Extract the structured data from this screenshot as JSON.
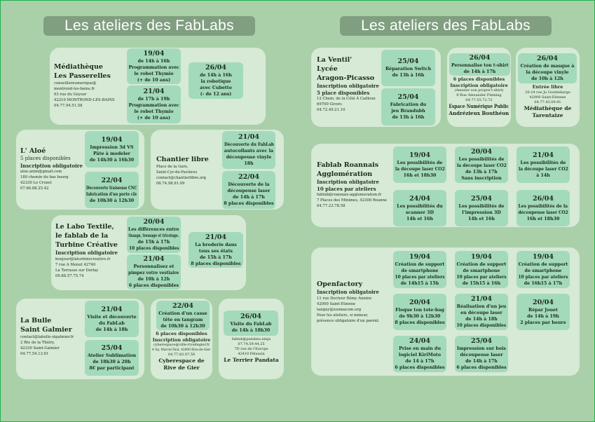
{
  "titles": [
    "Les ateliers des FabLabs",
    "Les ateliers des FabLabs"
  ],
  "panels": [
    {
      "title": [
        "Médiathèque",
        "Les Passerelles"
      ],
      "sub": [],
      "small": [
        "conseillernumerique@",
        "montrond-les-bains.fr",
        "93 rue du Geyser",
        "42210 MONTROND-LES-BAINS",
        "04.77.94.51.58"
      ],
      "boxes": [
        [
          "19/04",
          "de 14h à 16h",
          "Programmation avec",
          "le robot Thymio",
          "(+ de 10 ans)"
        ],
        [
          "21/04",
          "de 17h à 19h",
          "Programmation avec",
          "le robot Thymio",
          "(+ de 10 ans)"
        ],
        [
          "26/04",
          "de 14h à 16h",
          "la robotique",
          "avec Cubetto",
          "(- de 12 ans)"
        ]
      ]
    },
    {
      "title": [
        "L' Aloé"
      ],
      "sub": [
        "5 places disponibles",
        "Inscription obligatoire"
      ],
      "small": [
        "aloe.anim@gmail.com",
        "189 chemin du bas bourg",
        "42330 Le Crozet",
        "07.66.88.25.42"
      ],
      "boxes": [
        [
          "19/04",
          "Impression 3d VS",
          "Pâte à modeler",
          "de 14h30 à 16h30"
        ],
        [
          "22/04",
          "Découverte fraiseuse CNC",
          "fabrication d'un porte clé",
          "de 10h30 à 12h30"
        ]
      ]
    },
    {
      "title": [
        "Chantier libre"
      ],
      "sub": [],
      "small": [
        "Place de la Gare,",
        "Saint-Cyr-de-Favières",
        "contact@chantierlibre.org",
        "06.74.98.91.09"
      ],
      "boxes": [
        [
          "21/04",
          "Découverte du FabLab",
          "autocollants avec la",
          "découpeuse vinyle",
          "18h"
        ],
        [
          "22/04",
          "Découverte de la",
          "découpeuse laser",
          "de 14h à 17h",
          "8 places disponibles"
        ]
      ]
    },
    {
      "title": [
        "Le Labo Textile,",
        "le fablab de la",
        "Turbine Créative"
      ],
      "sub": [
        "Inscription obligatoire"
      ],
      "small": [
        "bonjour@laturbinecreative.fr",
        "7 rue A Menut 42740",
        "La Terrasse sur Dorlay",
        "09.88.57.75.74"
      ],
      "boxes": [
        [
          "20/04",
          "Les différences entre",
          "tissage, tressage et tricotage.",
          "de 15h à 17h",
          "10 places disponibles"
        ],
        [
          "21/04",
          "Personnalisez et",
          "pimpez votre vestiaire",
          "de 10h à 12h",
          "6 places disponibles"
        ],
        [
          "21/04",
          "La broderie dans",
          "tous ses états",
          "de 15h à 17h",
          "8 places disponibles"
        ]
      ]
    },
    {
      "title": [
        "La Bulle",
        "Saint Galmier"
      ],
      "sub": [],
      "small": [
        "contact@labulle-stgalmier.fr",
        "2 Rte de la Thiéry,",
        "42330 Saint-Galmier",
        "04.77.54.13.61"
      ],
      "boxes": [
        [
          "21/04",
          "Visite et découverte",
          "du FabLab",
          "de 14h à 18h"
        ],
        [
          "25/04",
          "Atelier Sublimation",
          "de 18h30 à 20h",
          "8€ par participant"
        ]
      ]
    },
    {
      "title": [
        "Cyberespace de",
        "Rive de Gier"
      ],
      "sub": [
        "6 places disponibles",
        "Inscription obligatoire"
      ],
      "small": [
        "cyberespace@ville-rivedegier.fr",
        "4 Sq. Marcel Paul, 42800 Rive-de-Gier",
        "04.77.83.07.59"
      ],
      "boxes": [
        [
          "22/04",
          "Création d'un casse",
          "tête en tangram",
          "de 10h30 à 12h30"
        ]
      ]
    },
    {
      "title": [
        "Le Terrier Pandata"
      ],
      "sub": [],
      "small": [
        "fablab@pandata.ninja",
        "07.74.59.44.25",
        "7D rue de l'Europe",
        "42410 Pélussin"
      ],
      "boxes": [
        [
          "26/04",
          "Visite du FabLab",
          "de 14h à 18h30"
        ]
      ]
    },
    {
      "title": [
        "La Ventil'",
        "Lycée",
        "Aragon-Picasso"
      ],
      "sub": [
        "Inscription obligatoire",
        "5 place disponibles"
      ],
      "small": [
        "12 Chem. de la Côté À Cailloux",
        "69700 Givors",
        "04.72.49.21.10"
      ],
      "boxes": [
        [
          "25/04",
          "Réparation Switch",
          "de 13h à 16h"
        ],
        [
          "25/04",
          "Fabrication du",
          "jeu Brandubh",
          "de 13h à 16h"
        ]
      ]
    },
    {
      "title": [
        "Espace Numérique  Public",
        "Andrézieux Bouthéon"
      ],
      "sub": [
        "6 places disponibles",
        "Inscription obligatoire"
      ],
      "small": [
        "(Amener son propre t-shirt)",
        "9 Rue Alexander Fleming",
        "04.77.55.72.72"
      ],
      "boxes": [
        [
          "26/04",
          "Personnalise ton t-shirt",
          "de 14h à 17h"
        ]
      ]
    },
    {
      "title": [
        "Médiathèque de",
        "Tarentaize"
      ],
      "sub": [
        "Entrée libre"
      ],
      "small": [
        "20-24 rue Jo Gouttebarge",
        "42000 Saint-Etienne",
        "04.77.43.09.91"
      ],
      "boxes": [
        [
          "26/04",
          "Création de masque à",
          "la découpe vinyle",
          "de 10h à 12h"
        ]
      ]
    },
    {
      "title": [
        "Fablab Roannais",
        "Agglomération"
      ],
      "sub": [
        "Inscription obligatoire",
        "10 places par ateliers"
      ],
      "small": [
        "fablab@roannais-agglomeration.fr",
        "7 Places des Minimes, 42300 Roanne",
        "04.77.23.78.58"
      ],
      "boxes": [
        [
          "19/04",
          "Les possibilités de",
          "la découpe laser CO2",
          "16h et 18h30"
        ],
        [
          "20/04",
          "Les possibilités de",
          "la découpe laser CO2",
          "de 13h à 17h",
          "Sans inscription"
        ],
        [
          "21/04",
          "Les possibilités de",
          "la découpe laser CO2",
          "à 14h"
        ],
        [
          "24/04",
          "Les possibilités du",
          "scanner 3D",
          "14h et 16h"
        ],
        [
          "25/04",
          "Les possibilités de",
          "l'impression 3D",
          "14h et 16h"
        ],
        [
          "26/04",
          "Les possibilités de la",
          "découpeuse laser CO2",
          "16h et 18h30"
        ]
      ]
    },
    {
      "title": [
        "Openfactory"
      ],
      "sub": [
        "Inscription obligatoire"
      ],
      "small": [
        "11 rue Docteur Rémy Annino",
        "42000 Saint-Etienne",
        "tanguy@zoomacom.org",
        "Pour les ateliers, si mineur,",
        "présence obligatoire d'un parent."
      ],
      "boxes": [
        [
          "19/04",
          "Création de support",
          "de smartphone",
          "10 places par ateliers",
          "de 14h15 à 15h"
        ],
        [
          "19/04",
          "Création de support",
          "de smartphone",
          "10 places par ateliers",
          "de 15h15 à 16h"
        ],
        [
          "19/04",
          "Création de support",
          "de smartphone",
          "10 places par ateliers",
          "de 16h15 à 17h"
        ],
        [
          "20/04",
          "Floque ton tote-bag",
          "de 9h30 à 12h30",
          "8 places disponibles"
        ],
        [
          "21/04",
          "Réalisation d'un jeu",
          "en découpe laser",
          "de 14h à 18h",
          "10 places disponibles"
        ],
        [
          "20/04",
          "Répar Jouet",
          "de 14h à 19h",
          "2 places par heure"
        ],
        [
          "24/04",
          "Prise en main du",
          "logiciel KiriMoto",
          "de 14 à 17h",
          "6 places disponibles"
        ],
        [
          "25/04",
          "Impression sur bois",
          "découpeuse laser",
          "de 14h à 17h",
          "6 places disponibles"
        ]
      ]
    }
  ]
}
